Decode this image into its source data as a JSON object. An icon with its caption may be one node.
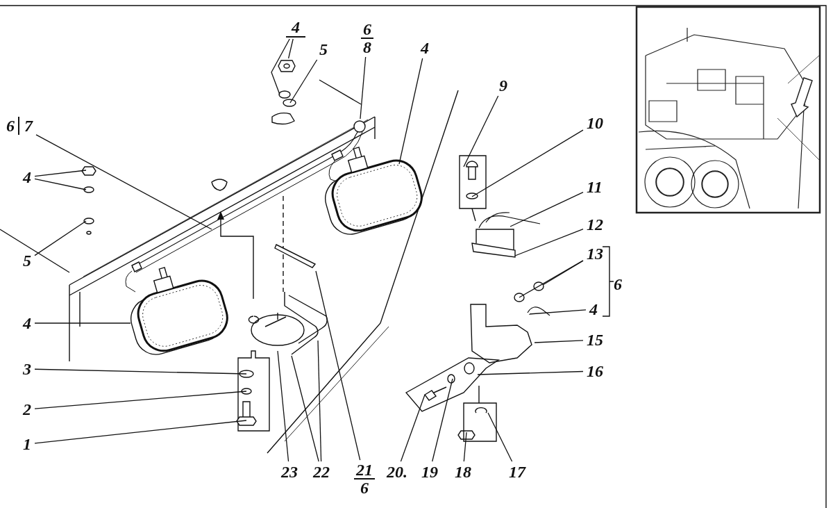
{
  "diagram": {
    "nodes": [
      {
        "text": [
          "4"
        ]
      },
      {
        "text": [
          "6",
          "8"
        ]
      },
      {
        "text": [
          "5"
        ]
      },
      {
        "text": [
          "6",
          "7"
        ]
      },
      {
        "text": [
          "4"
        ]
      },
      {
        "text": [
          "5"
        ]
      },
      {
        "text": [
          "4"
        ]
      },
      {
        "text": [
          "9"
        ]
      },
      {
        "text": [
          "10"
        ]
      },
      {
        "text": [
          "11"
        ]
      },
      {
        "text": [
          "12"
        ]
      },
      {
        "text": [
          "13"
        ]
      },
      {
        "text": [
          "4"
        ]
      },
      {
        "text": [
          "15"
        ]
      },
      {
        "text": [
          "16"
        ]
      },
      {
        "text": [
          "4"
        ]
      },
      {
        "text": [
          "3"
        ]
      },
      {
        "text": [
          "2"
        ]
      },
      {
        "text": [
          "1"
        ]
      },
      {
        "text": [
          "23"
        ]
      },
      {
        "text": [
          "22"
        ]
      },
      {
        "text": [
          "21",
          "6"
        ]
      },
      {
        "text": [
          "20."
        ]
      },
      {
        "text": [
          "19"
        ]
      },
      {
        "text": [
          "18"
        ]
      },
      {
        "text": [
          "17"
        ]
      },
      {
        "text": [],
        "shape": "picture"
      },
      {
        "text": [],
        "shape": "circle"
      }
    ],
    "edges": [
      {
        "from": 0,
        "to": 26,
        "arrow": "none"
      },
      {
        "from": 0,
        "to": null,
        "arrow": "none"
      },
      {
        "from": 1,
        "to": 27,
        "arrow": "none"
      },
      {
        "from": 2,
        "to": null,
        "arrow": "none"
      },
      {
        "from": 3,
        "to": null,
        "arrow": "none"
      },
      {
        "from": 4,
        "to": null,
        "arrow": "none"
      },
      {
        "from": 4,
        "to": null,
        "arrow": "none"
      },
      {
        "from": 5,
        "to": null,
        "arrow": "none"
      },
      {
        "from": 6,
        "to": null,
        "arrow": "none"
      },
      {
        "from": 7,
        "to": null,
        "arrow": "none"
      },
      {
        "from": 8,
        "to": null,
        "arrow": "none"
      },
      {
        "from": 9,
        "to": null,
        "arrow": "none"
      },
      {
        "from": 10,
        "to": null,
        "arrow": "none"
      },
      {
        "from": 11,
        "to": null,
        "arrow": "none"
      },
      {
        "from": 11,
        "to": null,
        "arrow": "none"
      },
      {
        "from": 12,
        "to": null,
        "arrow": "none"
      },
      {
        "from": 13,
        "to": null,
        "arrow": "none"
      },
      {
        "from": 14,
        "to": null,
        "arrow": "none"
      },
      {
        "from": 15,
        "to": null,
        "arrow": "none"
      },
      {
        "from": 16,
        "to": null,
        "arrow": "none"
      },
      {
        "from": 17,
        "to": null,
        "arrow": "none"
      },
      {
        "from": 18,
        "to": null,
        "arrow": "none"
      },
      {
        "from": 19,
        "to": null,
        "arrow": "none"
      },
      {
        "from": 20,
        "to": null,
        "arrow": "none"
      },
      {
        "from": 20,
        "to": null,
        "arrow": "none"
      },
      {
        "from": 21,
        "to": null,
        "arrow": "none"
      },
      {
        "from": 22,
        "to": null,
        "arrow": "none"
      },
      {
        "from": 23,
        "to": null,
        "arrow": "none"
      },
      {
        "from": 24,
        "to": null,
        "arrow": "none"
      },
      {
        "from": 25,
        "to": null,
        "arrow": "none"
      }
    ],
    "labels": [
      "6"
    ]
  }
}
